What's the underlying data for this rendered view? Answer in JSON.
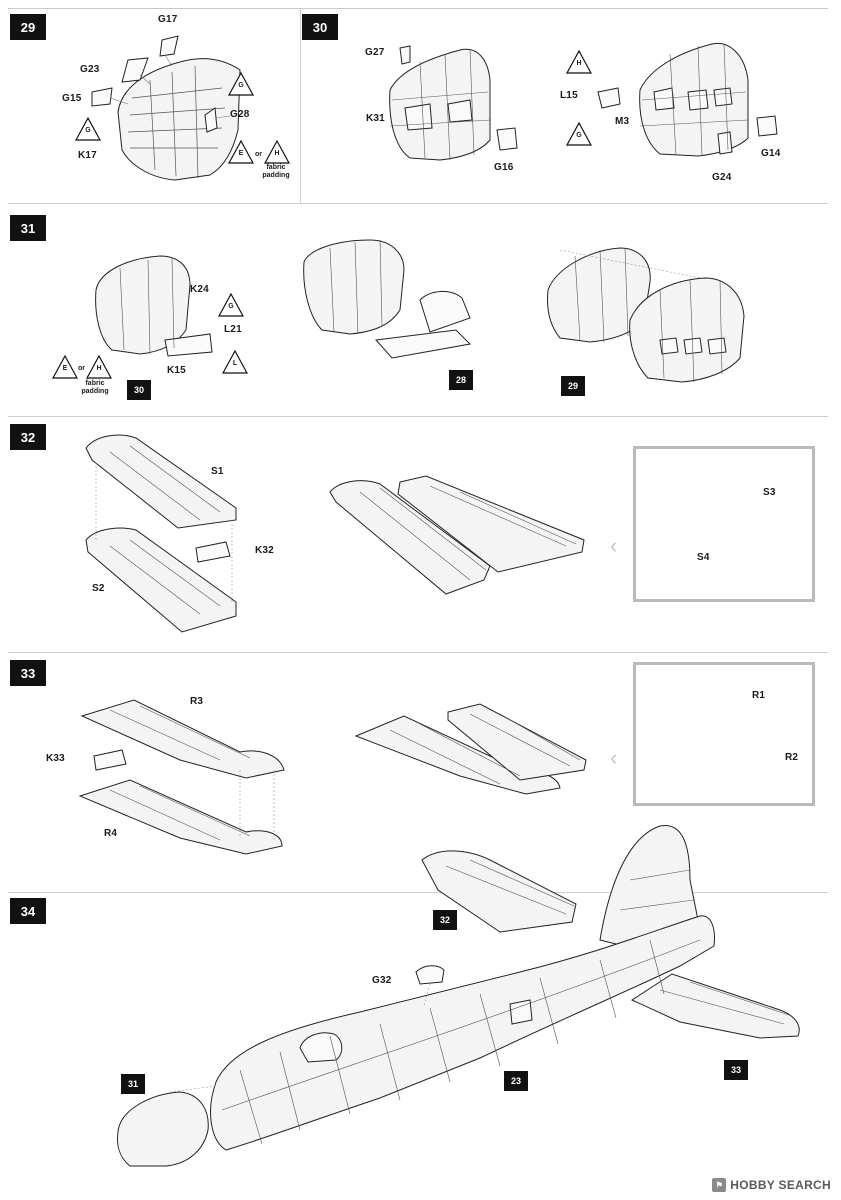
{
  "steps": {
    "s29": {
      "number": "29",
      "labels": {
        "g17": "G17",
        "g23": "G23",
        "g15": "G15",
        "k17": "K17",
        "g28": "G28"
      },
      "markers": {
        "g_top": "G",
        "g_left": "G",
        "e": "E",
        "h": "H",
        "or": "or",
        "note": "fabric padding"
      }
    },
    "s30": {
      "number": "30",
      "labels": {
        "g27": "G27",
        "k31": "K31",
        "g16": "G16",
        "l15": "L15",
        "m3": "M3",
        "g14": "G14",
        "g24": "G24"
      },
      "markers": {
        "h": "H",
        "g": "G"
      }
    },
    "s31": {
      "number": "31",
      "labels": {
        "k24": "K24",
        "l21": "L21",
        "k15": "K15"
      },
      "markers": {
        "g": "G",
        "l": "L",
        "e": "E",
        "h": "H",
        "or": "or",
        "note": "fabric padding"
      },
      "refs": {
        "r30": "30",
        "r28": "28",
        "r29": "29"
      }
    },
    "s32": {
      "number": "32",
      "labels": {
        "s1": "S1",
        "s2": "S2",
        "k32": "K32",
        "s3": "S3",
        "s4": "S4"
      }
    },
    "s33": {
      "number": "33",
      "labels": {
        "r3": "R3",
        "k33": "K33",
        "r4": "R4",
        "r1": "R1",
        "r2": "R2"
      }
    },
    "s34": {
      "number": "34",
      "labels": {
        "g32": "G32"
      },
      "refs": {
        "r32": "32",
        "r33": "33",
        "r23": "23",
        "r31": "31"
      }
    }
  },
  "watermark": {
    "brand": "HOBBY SEARCH"
  }
}
